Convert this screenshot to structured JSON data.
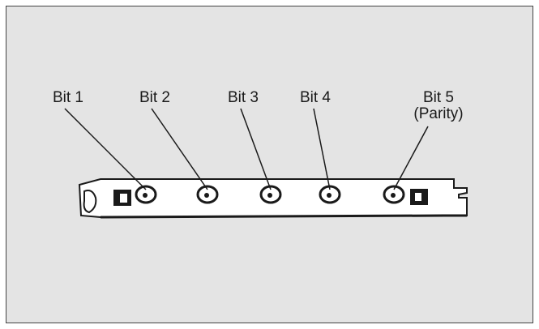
{
  "diagram": {
    "bits": [
      {
        "label": "Bit 1",
        "sub": ""
      },
      {
        "label": "Bit 2",
        "sub": ""
      },
      {
        "label": "Bit 3",
        "sub": ""
      },
      {
        "label": "Bit 4",
        "sub": ""
      },
      {
        "label": "Bit 5",
        "sub": "(Parity)"
      }
    ],
    "colors": {
      "background": "#e4e4e4",
      "strip": "#ffffff",
      "ink": "#1a1a1a"
    }
  }
}
